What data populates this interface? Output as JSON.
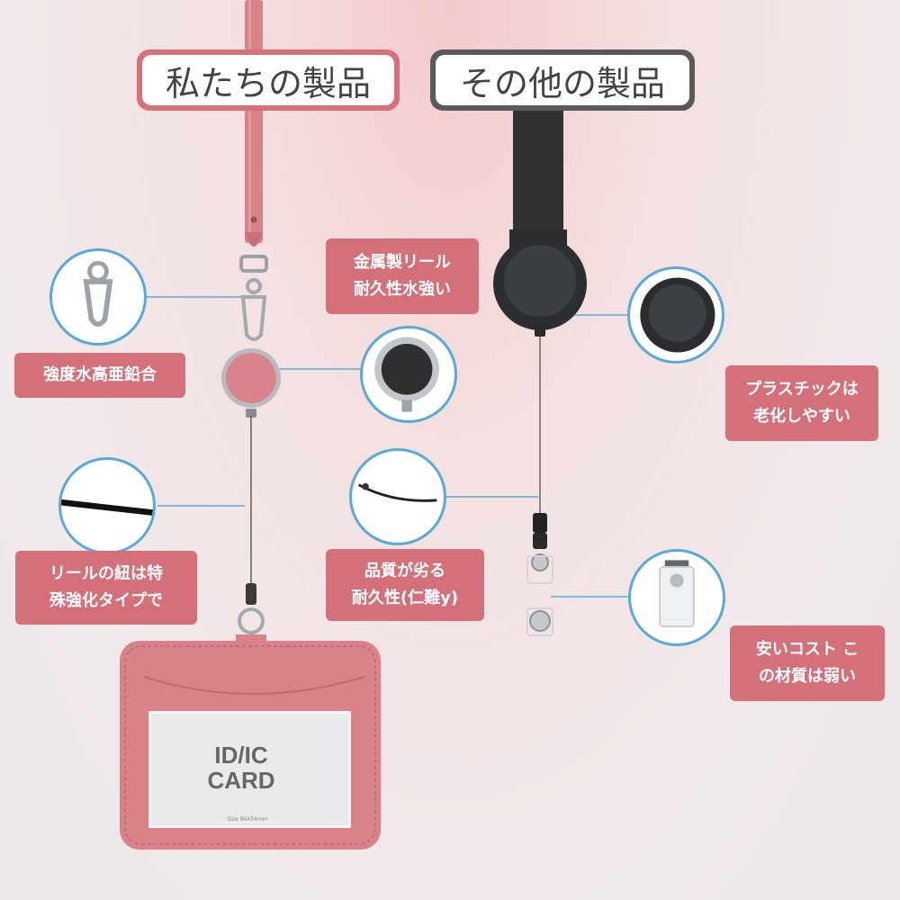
{
  "tabs": {
    "ours": "私たちの製品",
    "theirs": "その他の製品"
  },
  "callouts": {
    "zinc_alloy": "強度水高亜鉛合",
    "special_cord": [
      "リールの紐は特",
      "殊強化タイプで"
    ],
    "metal_reel": [
      "金属製リール",
      "耐久性水強い"
    ],
    "poor_quality": [
      "品質が劣る",
      "耐久性(仁難y)"
    ],
    "plastic": [
      "プラスチックは",
      "老化しやすい"
    ],
    "cheap_cost": [
      "安いコスト こ",
      "の材質は弱い"
    ]
  },
  "card": {
    "line1": "ID/IC",
    "line2": "CARD",
    "size_note": "Size 86X54mm"
  },
  "colors": {
    "accent_pink": "#d4707a",
    "dark_tab": "#5a5a5a",
    "circle_border": "#5aaad6",
    "leather": "#d9828a"
  }
}
